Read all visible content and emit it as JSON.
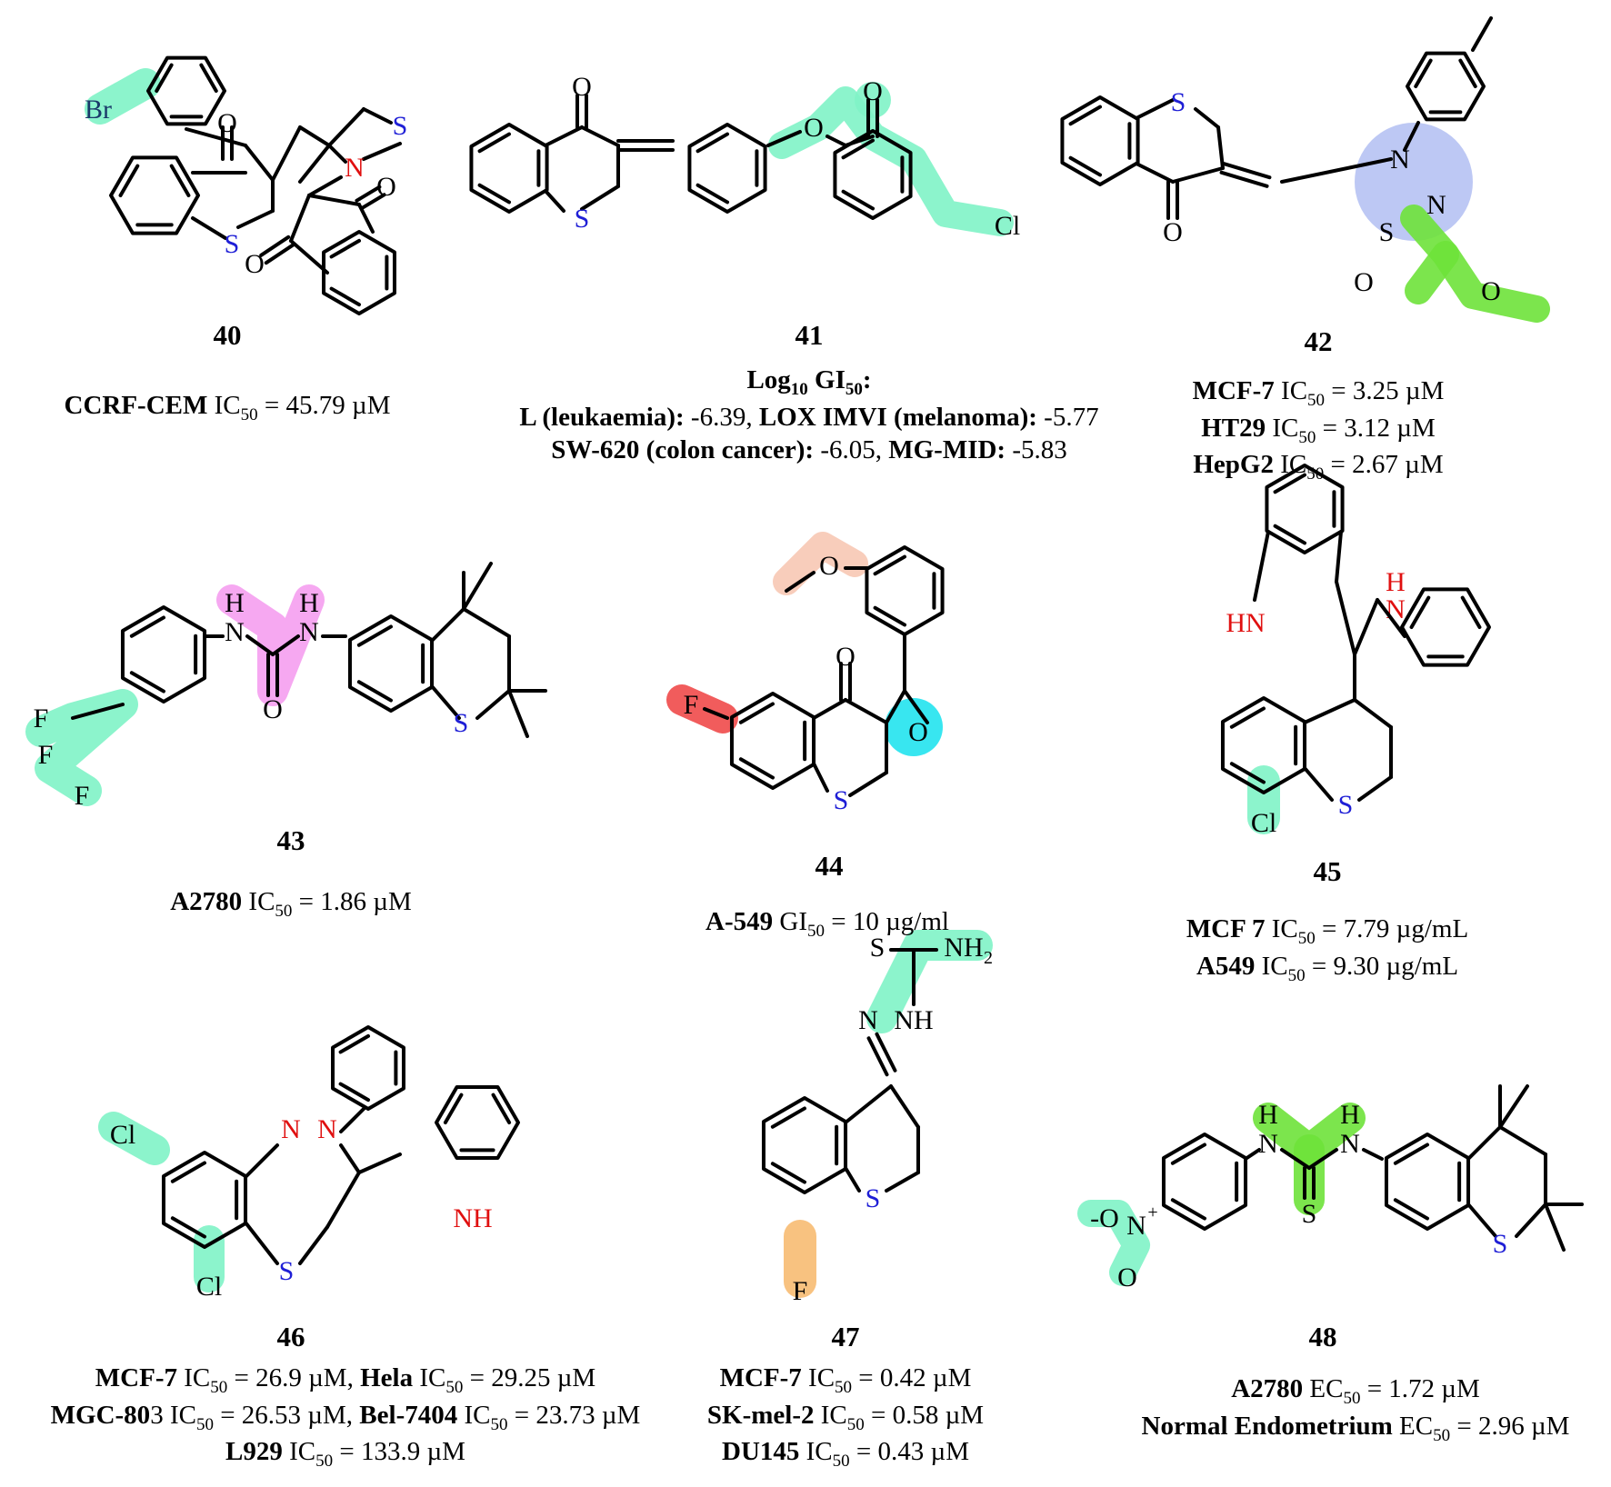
{
  "colors": {
    "bond": "#000000",
    "sulfur": "#1f1fd6",
    "nitrogen_oxygen_red": "#e01010",
    "hl_mint": "#7ff3c6",
    "hl_green": "#6ee23a",
    "hl_lavender": "#b6c2f3",
    "hl_pink": "#f59ff0",
    "hl_peach": "#f7c8b4",
    "hl_red": "#ef4a4a",
    "hl_cyan": "#22e3ee",
    "hl_orange": "#f7bb72"
  },
  "compounds": [
    {
      "id": "40",
      "label": "40",
      "lines": [
        {
          "segs": [
            {
              "b": "CCRF-CEM"
            },
            {
              "t": " IC"
            },
            {
              "s": "50"
            },
            {
              "t": " = 45.79 µM"
            }
          ]
        }
      ]
    },
    {
      "id": "41",
      "label": "41",
      "lines": [
        {
          "segs": [
            {
              "b": "Log"
            },
            {
              "bs": "10"
            },
            {
              "b": " GI"
            },
            {
              "bs": "50"
            },
            {
              "b": ":"
            }
          ]
        },
        {
          "segs": [
            {
              "b": "L (leukaemia):"
            },
            {
              "t": " -6.39, "
            },
            {
              "b": "LOX IMVI (melanoma):"
            },
            {
              "t": " -5.77"
            }
          ]
        },
        {
          "segs": [
            {
              "b": "SW-620 (colon cancer):"
            },
            {
              "t": " -6.05, "
            },
            {
              "b": "MG-MID:"
            },
            {
              "t": " -5.83"
            }
          ]
        }
      ]
    },
    {
      "id": "42",
      "label": "42",
      "lines": [
        {
          "segs": [
            {
              "b": "MCF-7"
            },
            {
              "t": " IC"
            },
            {
              "s": "50"
            },
            {
              "t": " = 3.25 µM"
            }
          ]
        },
        {
          "segs": [
            {
              "b": "HT29"
            },
            {
              "t": " IC"
            },
            {
              "s": "50"
            },
            {
              "t": " = 3.12 µM"
            }
          ]
        },
        {
          "segs": [
            {
              "b": "HepG2"
            },
            {
              "t": " IC"
            },
            {
              "s": "50"
            },
            {
              "t": " = 2.67 µM"
            }
          ]
        }
      ]
    },
    {
      "id": "43",
      "label": "43",
      "lines": [
        {
          "segs": [
            {
              "b": "A2780"
            },
            {
              "t": " IC"
            },
            {
              "s": "50"
            },
            {
              "t": " = 1.86 µM"
            }
          ]
        }
      ]
    },
    {
      "id": "44",
      "label": "44",
      "lines": [
        {
          "segs": [
            {
              "b": "A-549"
            },
            {
              "t": " GI"
            },
            {
              "s": "50"
            },
            {
              "t": " = 10 µg/ml"
            }
          ]
        }
      ]
    },
    {
      "id": "45",
      "label": "45",
      "lines": [
        {
          "segs": [
            {
              "b": "MCF 7"
            },
            {
              "t": " IC"
            },
            {
              "s": "50"
            },
            {
              "t": " = 7.79 µg/mL"
            }
          ]
        },
        {
          "segs": [
            {
              "b": "A549"
            },
            {
              "t": " IC"
            },
            {
              "s": "50"
            },
            {
              "t": " = 9.30 µg/mL"
            }
          ]
        }
      ]
    },
    {
      "id": "46",
      "label": "46",
      "lines": [
        {
          "segs": [
            {
              "b": "MCF-7"
            },
            {
              "t": " IC"
            },
            {
              "s": "50"
            },
            {
              "t": " = 26.9 µM, "
            },
            {
              "b": "Hela"
            },
            {
              "t": " IC"
            },
            {
              "s": "50"
            },
            {
              "t": "  = 29.25 µM"
            }
          ]
        },
        {
          "segs": [
            {
              "b": "MGC-80"
            },
            {
              "t": "3 IC"
            },
            {
              "s": "50"
            },
            {
              "t": " = 26.53 µM, "
            },
            {
              "b": "Bel-7404"
            },
            {
              "t": " IC"
            },
            {
              "s": "50"
            },
            {
              "t": " = 23.73 µM"
            }
          ]
        },
        {
          "segs": [
            {
              "b": "L929"
            },
            {
              "t": " IC"
            },
            {
              "s": "50"
            },
            {
              "t": " = 133.9 µM"
            }
          ]
        }
      ]
    },
    {
      "id": "47",
      "label": "47",
      "lines": [
        {
          "segs": [
            {
              "b": "MCF-7"
            },
            {
              "t": " IC"
            },
            {
              "s": "50"
            },
            {
              "t": " = 0.42 µM"
            }
          ]
        },
        {
          "segs": [
            {
              "b": "SK-mel-2"
            },
            {
              "t": " IC"
            },
            {
              "s": "50"
            },
            {
              "t": " = 0.58 µM"
            }
          ]
        },
        {
          "segs": [
            {
              "b": "DU145"
            },
            {
              "t": " IC"
            },
            {
              "s": "50"
            },
            {
              "t": " = 0.43 µM"
            }
          ]
        }
      ]
    },
    {
      "id": "48",
      "label": "48",
      "lines": [
        {
          "segs": [
            {
              "b": "A2780"
            },
            {
              "t": " EC"
            },
            {
              "s": "50"
            },
            {
              "t": " = 1.72 µM"
            }
          ]
        },
        {
          "segs": [
            {
              "b": "Normal Endometrium"
            },
            {
              "t": " EC"
            },
            {
              "s": "50"
            },
            {
              "t": " = 2.96 µM"
            }
          ]
        }
      ]
    }
  ],
  "atoms": {
    "s": "S",
    "n": "N",
    "o": "O",
    "f": "F",
    "cl": "Cl",
    "br": "Br",
    "hn": "HN",
    "nh": "NH",
    "h": "H",
    "nh2": "NH",
    "nh2_sub": "2",
    "o_minus": "-O",
    "n_plus": "N",
    "plus": "+"
  }
}
